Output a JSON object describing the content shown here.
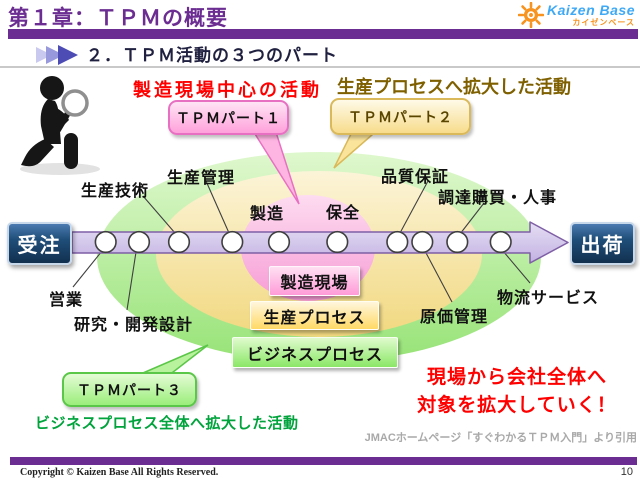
{
  "header": {
    "chapter_title": "第１章：ＴＰＭの概要",
    "section_title": "２．ＴＰＭ活動の３つのパート",
    "logo": {
      "name": "Kaizen Base",
      "subtitle": "カイゼンベース",
      "icon": "gear-sun-icon"
    }
  },
  "diagram": {
    "activity_headings": {
      "part1": "製造現場中心の活動",
      "part2": "生産プロセスへ拡大した活動",
      "part3": "ビジネスプロセス全体へ拡大した活動"
    },
    "callouts": {
      "part1": "ＴＰＭパート１",
      "part2": "ＴＰＭパート２",
      "part3": "ＴＰＭパート３"
    },
    "flow": {
      "start": "受注",
      "end": "出荷"
    },
    "zones": {
      "inner": "製造現場",
      "middle": "生産プロセス",
      "outer": "ビジネスプロセス"
    },
    "labels": {
      "sales": "営業",
      "rnd": "研究・開発設計",
      "prod_tech": "生産技術",
      "prod_mgmt": "生産管理",
      "manufacturing": "製造",
      "maintenance": "保全",
      "quality": "品質保証",
      "procurement_hr": "調達購買・人事",
      "cost_mgmt": "原価管理",
      "logistics": "物流サービス"
    },
    "message": {
      "line1": "現場から会社全体へ",
      "line2": "対象を拡大していく！"
    },
    "citation": "JMACホームページ「すぐわかるＴＰＭ入門」より引用",
    "icons": {
      "person": "magnifier-person-icon",
      "section_marker": "triple-chevron-icon"
    }
  },
  "footer": {
    "copyright": "Copyright ©  Kaizen Base  All Rights Reserved.",
    "page_number": "10"
  },
  "colors": {
    "accent_purple": "#6B2D91",
    "ellipse_green": "#97E377",
    "ellipse_yellow": "#F1D87F",
    "ellipse_pink": "#F79BD5",
    "arrow_lavender": "#C2B1E2",
    "navy_box": "#17375E",
    "red_text": "#FF0000",
    "olive_text": "#7F6000",
    "green_text": "#00A33C",
    "logo_blue": "#3FA9F5",
    "logo_orange": "#F7931E"
  }
}
